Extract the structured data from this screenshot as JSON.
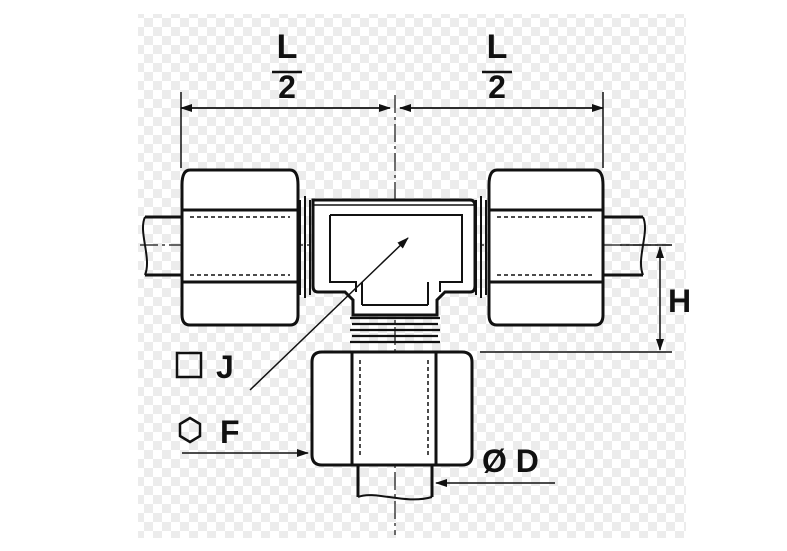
{
  "labels": {
    "half_length_left": {
      "numerator": "L",
      "denominator": "2"
    },
    "half_length_right": {
      "numerator": "L",
      "denominator": "2"
    },
    "height": "H",
    "square_size": "J",
    "hex_size": "F",
    "tube_diameter": "Ø D"
  },
  "colors": {
    "ink": "#111111",
    "grid": "#e6e6e6",
    "background": "#ffffff"
  },
  "icons": {
    "square_size": "square-outline-icon",
    "hex_size": "hexagon-outline-icon"
  }
}
